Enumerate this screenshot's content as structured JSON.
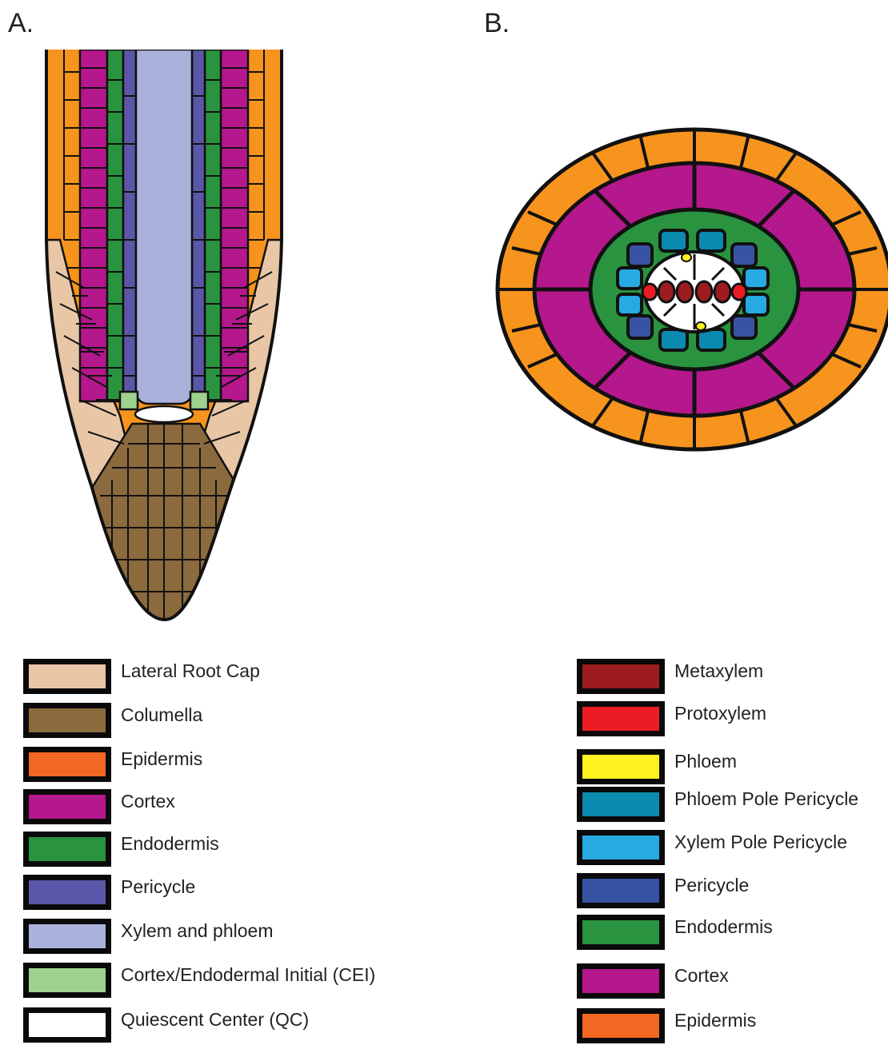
{
  "panels": {
    "a_label": "A.",
    "b_label": "B."
  },
  "legend_a": [
    {
      "label": "Lateral Root Cap",
      "color": "#e8c6a6"
    },
    {
      "label": "Columella",
      "color": "#8b6a3e"
    },
    {
      "label": "Epidermis",
      "color": "#f26722"
    },
    {
      "label": "Cortex",
      "color": "#b5178c"
    },
    {
      "label": "Endodermis",
      "color": "#2a9340"
    },
    {
      "label": "Pericycle",
      "color": "#5a57a8"
    },
    {
      "label": "Xylem and phloem",
      "color": "#aab1db"
    },
    {
      "label": "Cortex/Endodermal Initial (CEI)",
      "color": "#9ed38f"
    },
    {
      "label": "Quiescent Center (QC)",
      "color": "#ffffff"
    }
  ],
  "legend_b": [
    {
      "label": "Metaxylem",
      "color": "#9c1c20"
    },
    {
      "label": "Protoxylem",
      "color": "#ec1c24"
    },
    {
      "label": "Phloem",
      "color": "#fff21f"
    },
    {
      "label": "Phloem Pole Pericycle",
      "color": "#0b8ab0"
    },
    {
      "label": "Xylem Pole Pericycle",
      "color": "#27aae1"
    },
    {
      "label": "Pericycle",
      "color": "#3953a4"
    },
    {
      "label": "Endodermis",
      "color": "#2a9340"
    },
    {
      "label": "Cortex",
      "color": "#b5178c"
    },
    {
      "label": "Epidermis",
      "color": "#f26722"
    }
  ],
  "colors": {
    "epidermis_drawn": "#f7941d",
    "outline": "#111111"
  }
}
